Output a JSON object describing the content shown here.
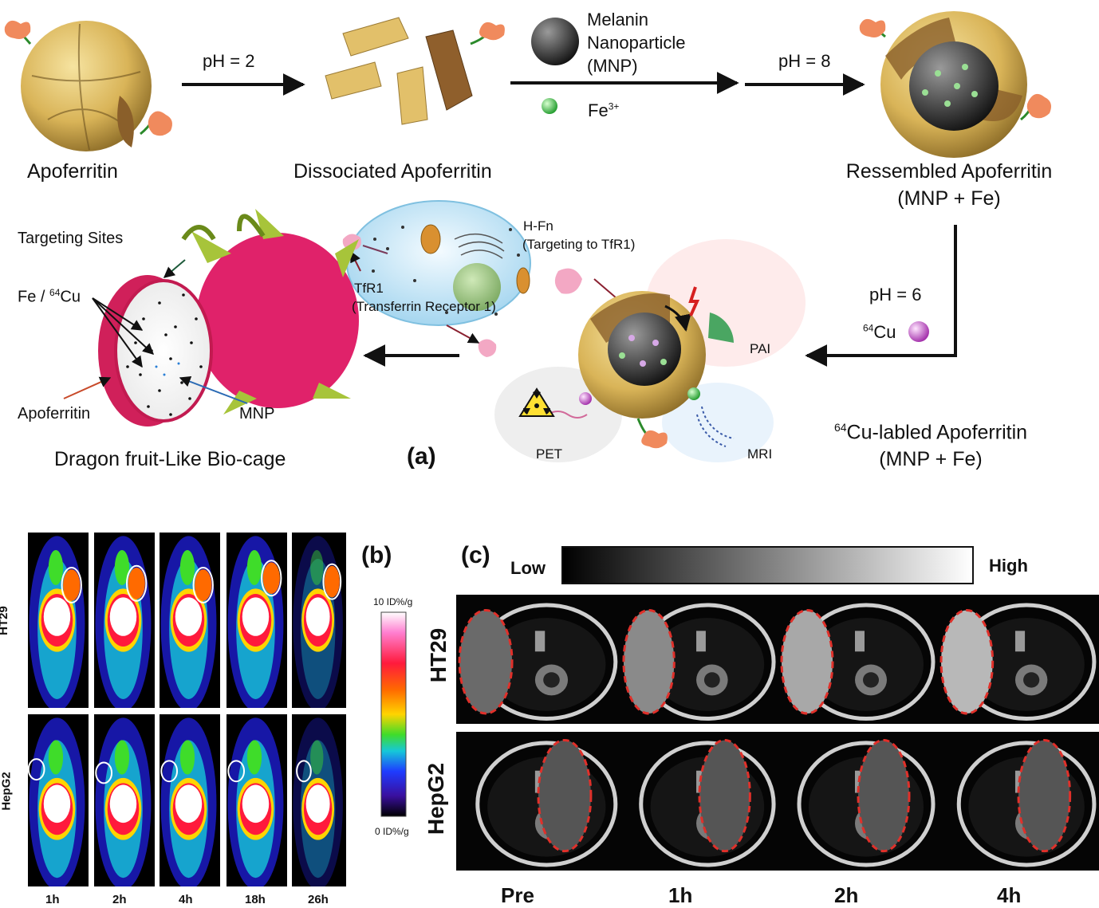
{
  "panel_a": {
    "label": "(a)",
    "top_row": {
      "apoferritin": "Apoferritin",
      "step1_condition": "pH = 2",
      "dissociated": "Dissociated Apoferritin",
      "mnp_line1": "Melanin",
      "mnp_line2": "Nanoparticle",
      "mnp_line3": "(MNP)",
      "fe_label": "Fe",
      "fe_sup": "3+",
      "step3_condition": "pH = 8",
      "reassembled_line1": "Ressembled Apoferritin",
      "reassembled_line2": "(MNP + Fe)"
    },
    "right_column": {
      "condition": "pH = 6",
      "cu_sup": "64",
      "cu_label": "Cu"
    },
    "cell": {
      "hfn_line1": "H-Fn",
      "hfn_line2": "(Targeting to TfR1)",
      "tfr1_line1": "TfR1",
      "tfr1_line2": "(Transferrin Receptor 1)"
    },
    "imaging": {
      "pai": "PAI",
      "pet": "PET",
      "mri": "MRI"
    },
    "labeled_product": {
      "line1_sup": "64",
      "line1": "Cu-labled Apoferritin",
      "line2": "(MNP + Fe)"
    },
    "dragon_fruit": {
      "targeting": "Targeting Sites",
      "fe_prefix": "Fe / ",
      "cu_sup": "64",
      "cu": "Cu",
      "apoferritin": "Apoferritin",
      "mnp": "MNP",
      "caption": "Dragon fruit-Like Bio-cage"
    }
  },
  "panel_b": {
    "label": "(b)",
    "row_labels": [
      "HT29",
      "HepG2"
    ],
    "time_labels": [
      "1h",
      "2h",
      "4h",
      "18h",
      "26h"
    ],
    "colorbar_max": "10 ID%/g",
    "colorbar_min": "0 ID%/g",
    "colorbar_colors": [
      "#ffffff",
      "#ff7fd0",
      "#ff1a3c",
      "#ff6a00",
      "#ffd400",
      "#3fdc2a",
      "#16c8d8",
      "#1e3cff",
      "#3a0f9e",
      "#000000"
    ]
  },
  "panel_c": {
    "label": "(c)",
    "scale_low": "Low",
    "scale_high": "High",
    "row_labels": [
      "HT29",
      "HepG2"
    ],
    "time_labels": [
      "Pre",
      "1h",
      "2h",
      "4h"
    ],
    "outline_color": "#e0302a"
  }
}
